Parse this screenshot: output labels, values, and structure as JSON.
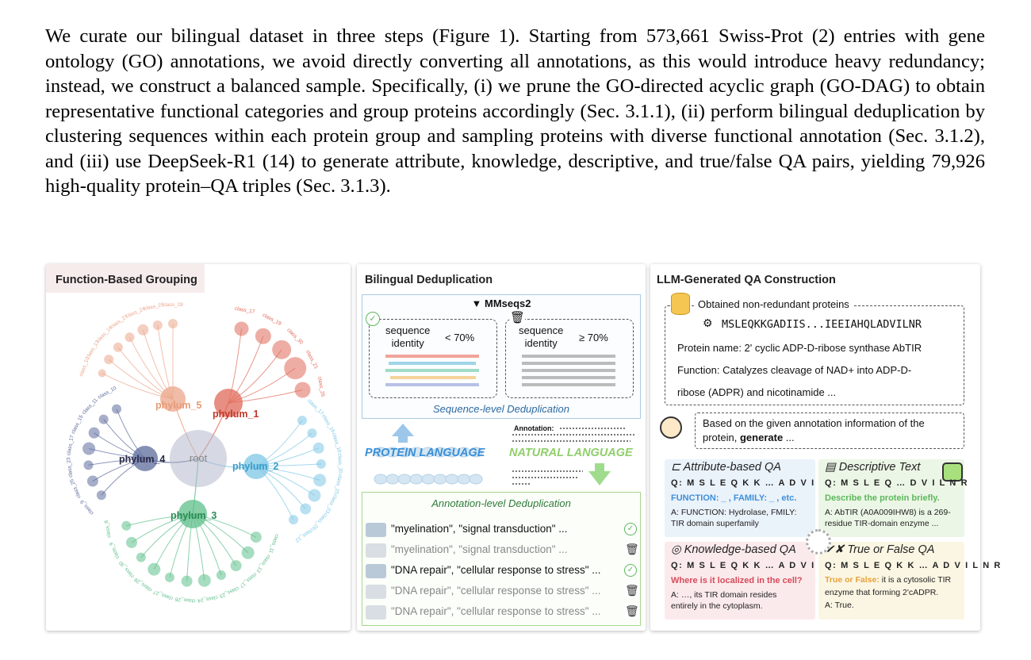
{
  "paragraph": "We curate our bilingual dataset in three steps (Figure 1). Starting from 573,661 Swiss-Prot (2) entries with gene ontology (GO) annotations, we avoid directly converting all annotations, as this would introduce heavy redundancy; instead, we construct a balanced sample. Specifically, (i) we prune the GO-directed acyclic graph (GO-DAG) to obtain representative functional categories and group proteins accordingly (Sec. 3.1.1), (ii) perform bilingual deduplication by clustering sequences within each protein group and sampling proteins with diverse functional annotation (Sec. 3.1.2), and (iii) use DeepSeek-R1 (14) to generate attribute, knowledge, descriptive, and true/false QA pairs, yielding 79,926 high-quality protein–QA triples (Sec. 3.1.3).",
  "panel1": {
    "title": "Function-Based Grouping",
    "root": "root",
    "phyla": [
      "phylum_1",
      "phylum_2",
      "phylum_3",
      "phylum_4",
      "phylum_5"
    ],
    "colors": {
      "p1": "#e06a5a",
      "p2": "#7ec7e6",
      "p3": "#5dbf8a",
      "p4": "#5c6b9c",
      "p5": "#eba58a",
      "root": "#b4b8cc"
    },
    "classes_p1": [
      "class_17",
      "class_19",
      "class_30",
      "class_21",
      "class_26"
    ],
    "classes_p2": [
      "class_17",
      "class_16",
      "class_18",
      "class_20",
      "class_25",
      "class_23",
      "class_29",
      "class_12"
    ],
    "classes_p3": [
      "class_11",
      "class_13",
      "class_17",
      "class_23",
      "class_24",
      "class_26",
      "class_27",
      "class_28",
      "class_30",
      "class_9",
      "class_8"
    ],
    "classes_p4": [
      "class_9",
      "class_26",
      "class_23",
      "class_17",
      "class_15",
      "class_11",
      "class_10"
    ],
    "classes_p5": [
      "class_10",
      "class_13",
      "class_14",
      "class_27",
      "class_24",
      "class_25",
      "class_28"
    ]
  },
  "panel2": {
    "title": "Bilingual Deduplication",
    "tool": "MMseqs2",
    "left_box": {
      "label": "sequence\nidentity",
      "threshold": "< 70%"
    },
    "right_box": {
      "label": "sequence\nidentity",
      "threshold": "≥ 70%"
    },
    "seq_level": "Sequence-level Deduplication",
    "protein_language": "PROTEIN LANGUAGE",
    "natural_language": "NATURAL LANGUAGE",
    "annotation_label": "Annotation:",
    "annot_level": "Annotation-level  Deduplication",
    "rows": [
      {
        "text": "\"myelination\", \"signal transduction\" ...",
        "kept": true
      },
      {
        "text": "\"myelination\", \"signal transduction\" ...",
        "kept": false
      },
      {
        "text": "\"DNA repair\", \"cellular response to stress\" ...",
        "kept": true
      },
      {
        "text": "\"DNA repair\", \"cellular response to stress\" ...",
        "kept": false
      },
      {
        "text": "\"DNA repair\", \"cellular response to stress\" ...",
        "kept": false
      }
    ]
  },
  "panel3": {
    "title": "LLM-Generated QA Construction",
    "obtained": "Obtained non-redundant proteins",
    "sequence": "MSLEQKKGADIIS...IEEIAHQLADVILNR",
    "protein_name": "Protein name: 2' cyclic ADP-D-ribose synthase AbTIR",
    "function_1": "Function: Catalyzes cleavage of NAD+ into ADP-D-",
    "function_2": "ribose (ADPR) and nicotinamide ...",
    "prompt_1": "Based on the given annotation information of the",
    "prompt_2a": "protein, ",
    "prompt_2b": "generate",
    "prompt_2c": " ...",
    "cards": {
      "attr": {
        "title": "Attribute-based QA",
        "q": "Q: M S L E Q K K … A D V I L N R",
        "prompt": "FUNCTION: _ , FAMILY: _ , etc.",
        "a1": "A: FUNCTION: Hydrolase, FMILY:",
        "a2": "TIR domain superfamily",
        "bg": "#eaf2fa",
        "prompt_color": "#3f8fd9"
      },
      "desc": {
        "title": "Descriptive Text",
        "q": "Q: M S L E Q … D V I L N R",
        "prompt": "Describe the protein briefly.",
        "a1": "A: AbTIR (A0A009IHW8) is a 269-",
        "a2": "residue TIR-domain enzyme ...",
        "bg": "#ecf6e6",
        "prompt_color": "#5cb85c"
      },
      "know": {
        "title": "Knowledge-based QA",
        "q": "Q: M S L E Q K K … A D V I L N R",
        "prompt": "Where is it localized in the cell?",
        "a1": "A: …, its TIR domain resides",
        "a2": "entirely in the cytoplasm.",
        "bg": "#fbeaec",
        "prompt_color": "#d84a5a"
      },
      "tf": {
        "title": "True or False QA",
        "q": "Q: M S L E Q K K … A D V I L N R",
        "prompt": "True or False:",
        "prompt_rest": " it is a cytosolic TIR",
        "a1": "enzyme that forming 2'cADPR.",
        "a2": "A: True.",
        "bg": "#fbf6e3",
        "prompt_color": "#e8a13a"
      }
    }
  }
}
